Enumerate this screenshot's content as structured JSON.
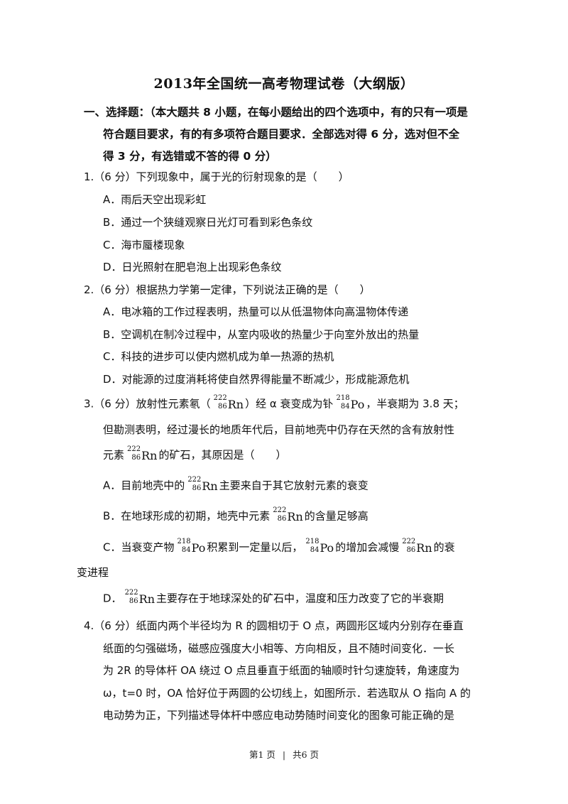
{
  "title": "2013年全国统一高考物理试卷（大纲版）",
  "section": {
    "line1": "一、选择题：（本大题共 8 小题，在每小题给出的四个选项中，有的只有一项是",
    "line2": "符合题目要求，有的有多项符合题目要求．全部选对得 6 分，选对但不全",
    "line3": "得 3 分，有选错或不答的得 0 分）"
  },
  "q1": {
    "stem": "1.（6 分）下列现象中，属于光的衍射现象的是（　　）",
    "a": "A．雨后天空出现彩虹",
    "b": "B．通过一个狭缝观察日光灯可看到彩色条纹",
    "c": "C．海市蜃楼现象",
    "d": "D．日光照射在肥皂泡上出现彩色条纹"
  },
  "q2": {
    "stem": "2.（6 分）根据热力学第一定律，下列说法正确的是（　　）",
    "a": "A．电冰箱的工作过程表明，热量可以从低温物体向高温物体传递",
    "b": "B．空调机在制冷过程中，从室内吸收的热量少于向室外放出的热量",
    "c": "C．科技的进步可以使内燃机成为单一热源的热机",
    "d": "D．对能源的过度消耗将使自然界得能量不断减少，形成能源危机"
  },
  "q3": {
    "stem_p1": "3.（6 分）放射性元素氡（",
    "stem_p2": "）经 α 衰变成为钋",
    "stem_p3": "，半衰期为 3.8 天；",
    "line2": "但勘测表明，经过漫长的地质年代后，目前地壳中仍存在天然的含有放射性",
    "line3_p1": "元素",
    "line3_p2": "的矿石，其原因是（　　）",
    "a_p1": "A．目前地壳中的",
    "a_p2": "主要来自于其它放射元素的衰变",
    "b_p1": "B．在地球形成的初期，地壳中元素",
    "b_p2": "的含量足够高",
    "c_p1": "C．当衰变产物",
    "c_p2": "积累到一定量以后，",
    "c_p3": "的增加会减慢",
    "c_p4": "的衰",
    "c_line2": "变进程",
    "d_p1": "D．",
    "d_p2": "主要存在于地球深处的矿石中，温度和压力改变了它的半衰期"
  },
  "isotopes": {
    "rn": {
      "mass": "222",
      "atomic": "86",
      "symbol": "Rn"
    },
    "po": {
      "mass": "218",
      "atomic": "84",
      "symbol": "Po"
    }
  },
  "q4": {
    "line1": "4.（6 分）纸面内两个半径均为 R 的圆相切于 O 点，两圆形区域内分别存在垂直",
    "line2": "纸面的匀强磁场，磁感应强度大小相等、方向相反，且不随时间变化．一长",
    "line3": "为 2R 的导体杆 OA 绕过 O 点且垂直于纸面的轴顺时针匀速旋转，角速度为",
    "line4": "ω，t=0 时，OA 恰好位于两圆的公切线上，如图所示．若选取从 O 指向 A 的",
    "line5": "电动势为正，下列描述导体杆中感应电动势随时间变化的图象可能正确的是"
  },
  "footer": {
    "page": "第1 页",
    "sep": "|",
    "total": "共6 页"
  }
}
